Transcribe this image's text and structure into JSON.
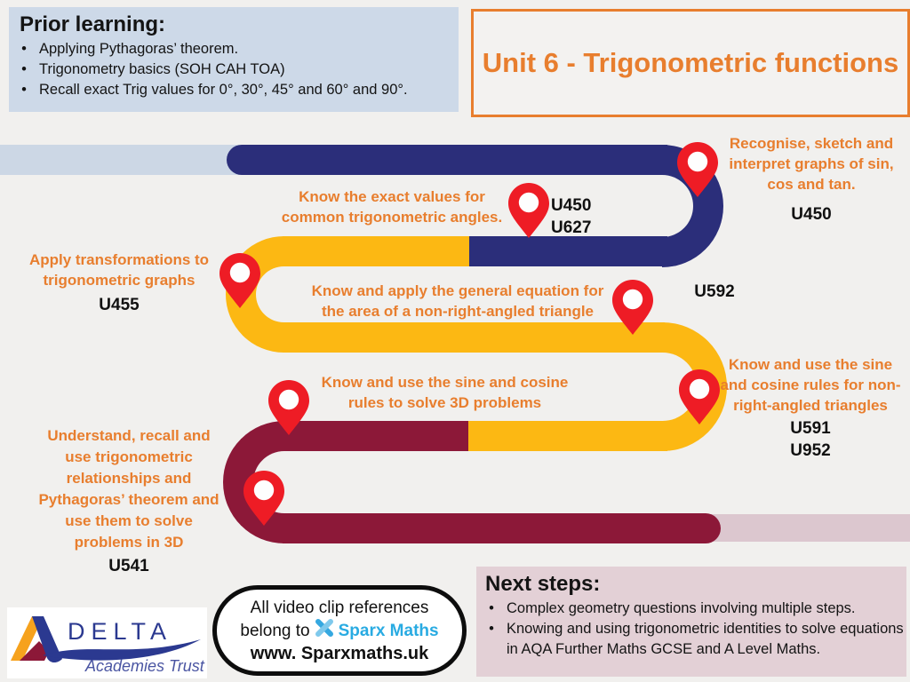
{
  "prior_learning": {
    "title": "Prior learning:",
    "bullets": [
      "Applying Pythagoras’ theorem.",
      "Trigonometry basics (SOH CAH TOA)",
      "Recall exact Trig values for 0°, 30°, 45° and 60° and 90°."
    ]
  },
  "unit_title": "Unit 6 - Trigonometric functions",
  "milestones": [
    {
      "text": "Know the exact values for common trigonometric angles.",
      "codes": [
        "U450",
        "U627"
      ]
    },
    {
      "text": "Recognise, sketch and interpret graphs of sin, cos and tan.",
      "codes": [
        "U450"
      ]
    },
    {
      "text": "Apply transformations to trigonometric  graphs",
      "codes": [
        "U455"
      ]
    },
    {
      "text": "Know and apply the general equation for the area of a non-right-angled triangle",
      "codes": [
        "U592"
      ]
    },
    {
      "text": "Know and use the sine and cosine rules for non-right-angled triangles",
      "codes": [
        "U591",
        "U952"
      ]
    },
    {
      "text": "Know and use the sine and cosine rules to solve 3D problems",
      "codes": []
    },
    {
      "text": "Understand, recall and use trigonometric relationships and Pythagoras’ theorem and use them to solve problems in 3D",
      "codes": [
        "U541"
      ]
    }
  ],
  "next_steps": {
    "title": "Next steps:",
    "bullets": [
      "Complex geometry questions involving multiple steps.",
      "Knowing and using trigonometric identities to solve equations in AQA Further Maths GCSE and A Level Maths."
    ]
  },
  "video_note": {
    "line1": "All video clip references",
    "line2_prefix": "belong to",
    "brand": "Sparx Maths",
    "url": "www. Sparxmaths.uk"
  },
  "logo": {
    "name": "DELTA",
    "subtitle": "Academies Trust"
  },
  "colors": {
    "accent_orange": "#e87e2e",
    "path_navy": "#2b2e7a",
    "path_yellow": "#fcb813",
    "path_maroon": "#8c1838",
    "path_gray_blue": "#ccd7e5",
    "path_pink": "#dcc7cf",
    "pin_red": "#ee1c25",
    "prior_box_bg": "#cdd9e8",
    "next_box_bg": "#e3d0d6",
    "sparx_cyan": "#29abe2",
    "delta_navy": "#2b3990"
  }
}
